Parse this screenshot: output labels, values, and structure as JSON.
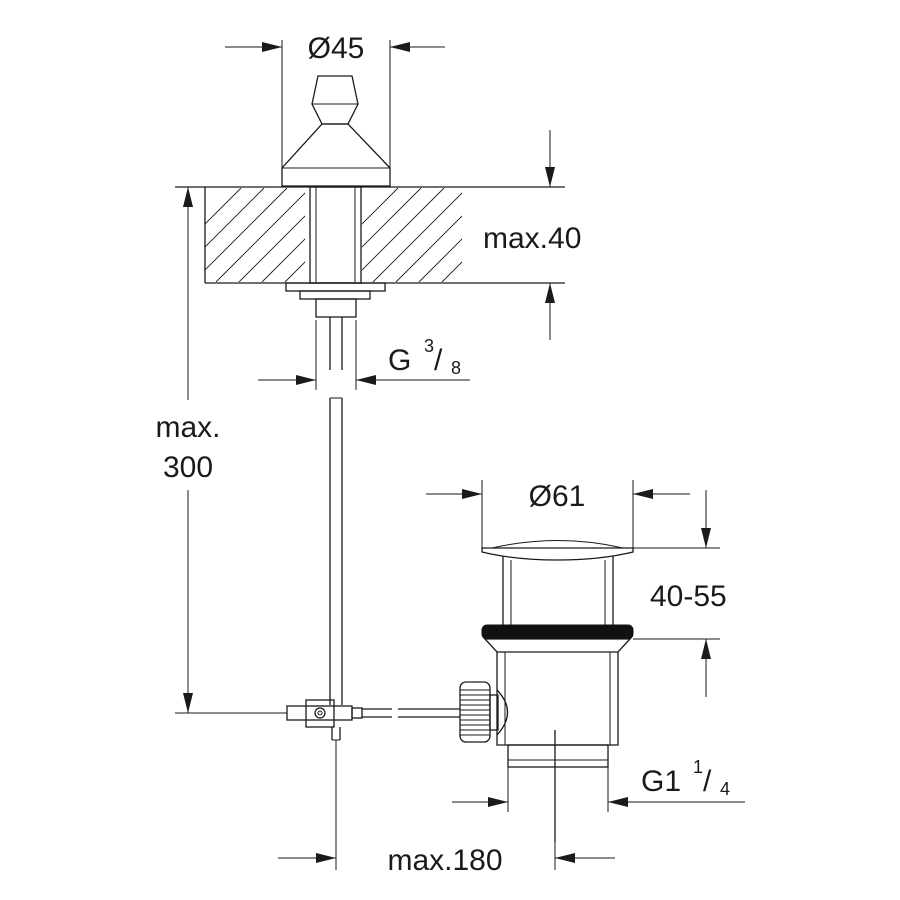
{
  "dimensions": {
    "top_diameter": "Ø45",
    "deck_thickness": "max.40",
    "connection_thread": {
      "base": "G",
      "num": "3",
      "slash": "/",
      "den": "8"
    },
    "rod_length_line1": "max.",
    "rod_length_line2": "300",
    "waste_diameter": "Ø61",
    "waste_height": "40-55",
    "outlet_thread": {
      "base": "G1",
      "num": "1",
      "slash": "/",
      "den": "4"
    },
    "horizontal_reach": "max.180"
  }
}
